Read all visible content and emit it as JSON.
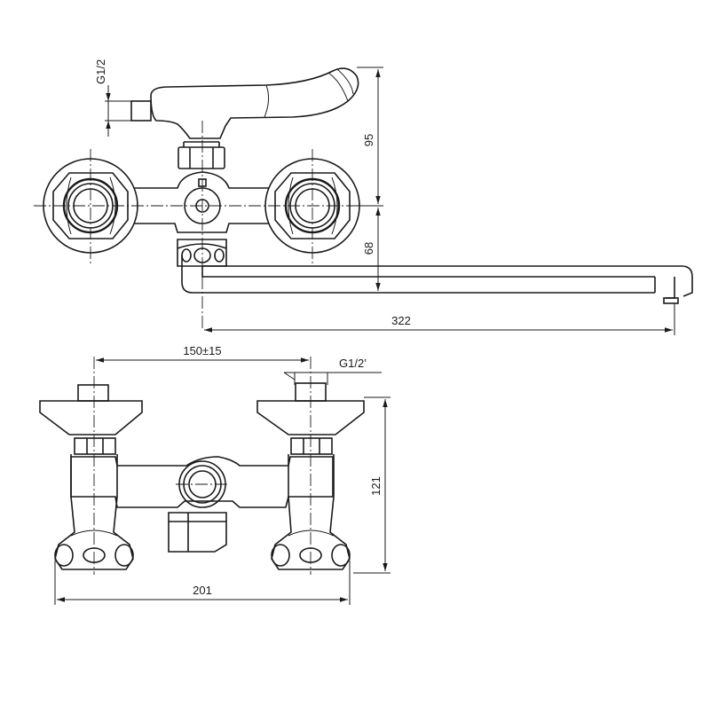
{
  "top_view": {
    "dim_thread": "G1/2",
    "dim_height_upper": "95",
    "dim_height_lower": "68",
    "dim_spout_length": "322"
  },
  "front_view": {
    "dim_spacing": "150±15",
    "dim_thread": "G1/2’",
    "dim_height": "121",
    "dim_width": "201"
  }
}
